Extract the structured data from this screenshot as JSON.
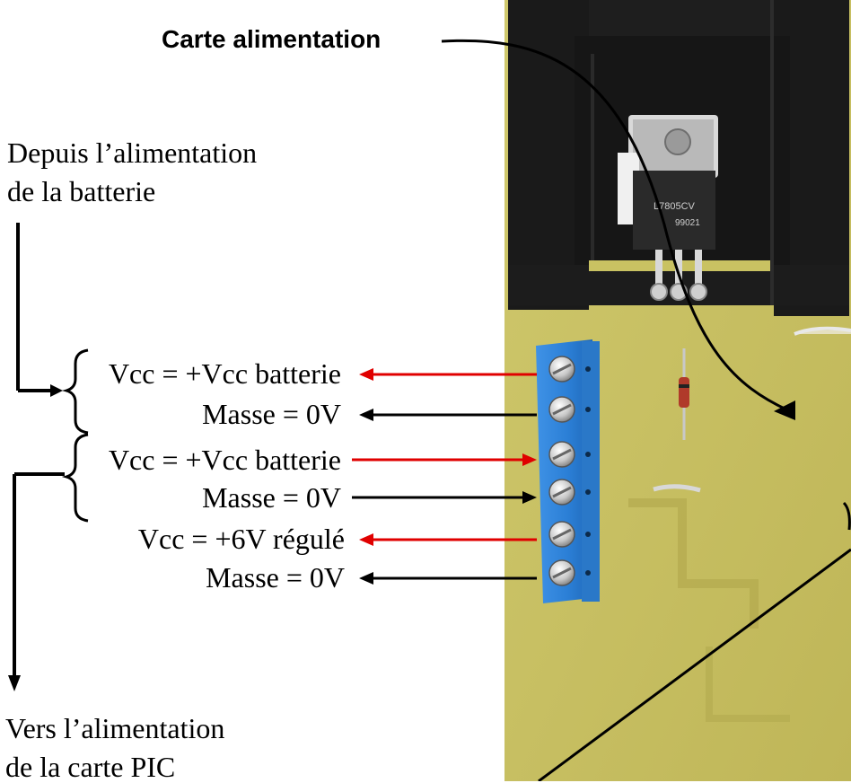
{
  "title": "Carte alimentation",
  "source_note": [
    "Depuis l’alimentation",
    "de la batterie"
  ],
  "dest_note": [
    "Vers l’alimentation",
    "de la carte PIC"
  ],
  "terminals": [
    {
      "label": "Vcc = +Vcc batterie",
      "direction": "out",
      "color": "#e00000"
    },
    {
      "label": "Masse = 0V",
      "direction": "out",
      "color": "#000000"
    },
    {
      "label": "Vcc = +Vcc batterie",
      "direction": "in",
      "color": "#e00000"
    },
    {
      "label": "Masse = 0V",
      "direction": "in",
      "color": "#000000"
    },
    {
      "label": "Vcc = +6V régulé",
      "direction": "out",
      "color": "#e00000"
    },
    {
      "label": "Masse = 0V",
      "direction": "out",
      "color": "#000000"
    }
  ],
  "regulator": {
    "part": "L7805CV",
    "code": "99021"
  },
  "colors": {
    "pcb": "#c9c262",
    "heatsink": "#1a1a1a",
    "terminal_block": "#2b7fd6"
  }
}
